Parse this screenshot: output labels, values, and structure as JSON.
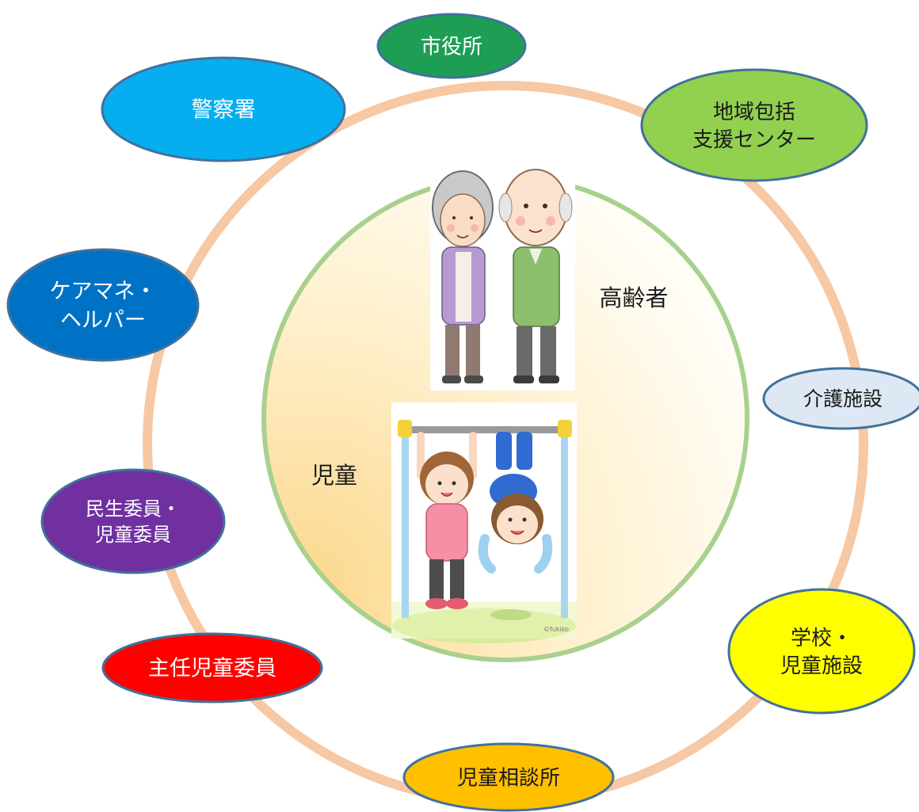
{
  "colors": {
    "outer_ring": "#f6c8a4",
    "inner_ring": "#a9d18e",
    "inner_fill_light": "#fffdf6",
    "inner_fill_warm": "#fbd78c",
    "ellipse_stroke": "#41719c"
  },
  "center": {
    "elderly_label": "高齢者",
    "children_label": "児童",
    "image_credit": "©fukiko"
  },
  "nodes": [
    {
      "id": "city-hall",
      "lines": [
        "市役所"
      ],
      "fill": "#1e9e54",
      "text_color": "#ffffff"
    },
    {
      "id": "police-station",
      "lines": [
        "警察署"
      ],
      "fill": "#06aef0",
      "text_color": "#ffffff"
    },
    {
      "id": "community-support-center",
      "lines": [
        "地域包括",
        "支援センター"
      ],
      "fill": "#92d050",
      "text_color": "#1a1a1a"
    },
    {
      "id": "care-manager-helper",
      "lines": [
        "ケアマネ・",
        "ヘルパー"
      ],
      "fill": "#0072c6",
      "text_color": "#ffffff"
    },
    {
      "id": "care-facility",
      "lines": [
        "介護施設"
      ],
      "fill": "#dde8f4",
      "text_color": "#1a1a1a"
    },
    {
      "id": "welfare-commissioner",
      "lines": [
        "民生委員・",
        "児童委員"
      ],
      "fill": "#7030a0",
      "text_color": "#ffffff"
    },
    {
      "id": "school-child-facility",
      "lines": [
        "学校・",
        "児童施設"
      ],
      "fill": "#ffff00",
      "text_color": "#1a1a1a"
    },
    {
      "id": "chief-child-commissioner",
      "lines": [
        "主任児童委員"
      ],
      "fill": "#ff0000",
      "text_color": "#ffffff"
    },
    {
      "id": "child-guidance-center",
      "lines": [
        "児童相談所"
      ],
      "fill": "#ffc000",
      "text_color": "#1a1a1a"
    }
  ]
}
